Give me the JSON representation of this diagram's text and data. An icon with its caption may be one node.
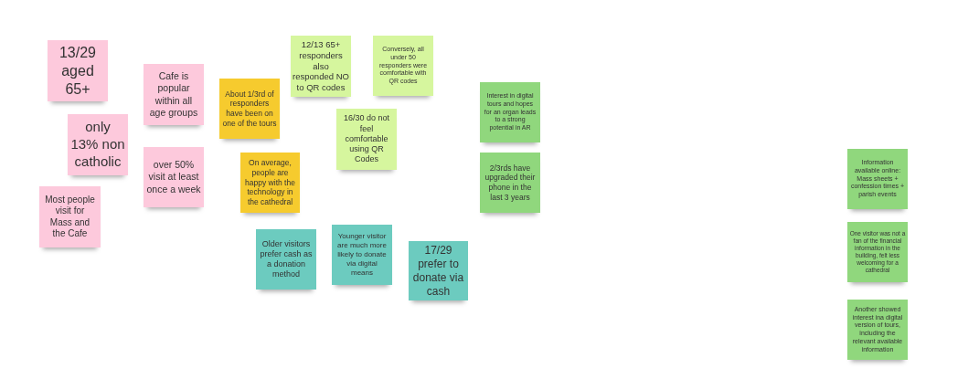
{
  "diagram": {
    "nodes": [
      {
        "text": [
          "13/29 aged 65+"
        ]
      },
      {
        "text": [
          "only 13% non catholic"
        ]
      },
      {
        "text": [
          "Most people visit for Mass and the Cafe"
        ]
      },
      {
        "text": [
          "Cafe is popular within all age groups"
        ]
      },
      {
        "text": [
          "over 50% visit at least once a week"
        ]
      },
      {
        "text": [
          "About 1/3rd of responders have been on one of the tours"
        ]
      },
      {
        "text": [
          "On average, people are happy with the technology in the cathedral"
        ]
      },
      {
        "text": [
          "12/13 65+ responders also responded NO to QR codes"
        ]
      },
      {
        "text": [
          "Conversely, all under 50 responders were comfortable with QR codes"
        ]
      },
      {
        "text": [
          "16/30 do not feel comfortable using QR Codes"
        ]
      },
      {
        "text": [
          "Older visitors prefer cash as a donation method"
        ]
      },
      {
        "text": [
          "Younger visitor are much more likely to donate via digital means"
        ]
      },
      {
        "text": [
          "17/29 prefer to donate via cash"
        ]
      },
      {
        "text": [
          "Interest in digital tours and hopes for an organ leads to a strong potential in AR"
        ]
      },
      {
        "text": [
          "2/3rds have upgraded their phone in the last 3 years"
        ]
      },
      {
        "text": [
          "Information available online: Mass sheets + confession times + parish events"
        ]
      },
      {
        "text": [
          "One visitor was not a fan of the financial information in the building, felt less welcoming for a cathedral"
        ]
      },
      {
        "text": [
          "Another showed interest ina digital version of tours, including the relevant available information"
        ]
      }
    ]
  }
}
